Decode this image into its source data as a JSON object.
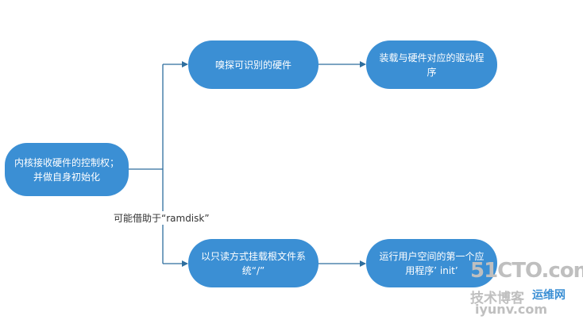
{
  "diagram": {
    "nodes": {
      "kernel": {
        "lines": [
          "内核接收硬件的控制权；",
          "并做自身初始化"
        ]
      },
      "sniff": {
        "lines": [
          "嗅探可识别的硬件"
        ]
      },
      "load": {
        "lines": [
          "装载与硬件对应的驱动程",
          "序"
        ]
      },
      "mount": {
        "lines": [
          "以只读方式挂载根文件系",
          "统“/”"
        ]
      },
      "run": {
        "lines": [
          "运行用户空间的第一个应",
          "用程序’ init’"
        ]
      }
    },
    "edge_label": "可能借助于“ramdisk”",
    "colors": {
      "node_fill": "#3b8fd4",
      "node_text": "#ffffff",
      "line": "#2e6e9e"
    }
  },
  "watermark": {
    "brand": "51CTO.com",
    "sub_left": "技术博客",
    "sub_right": "运维网",
    "url": "iyunv.com"
  }
}
